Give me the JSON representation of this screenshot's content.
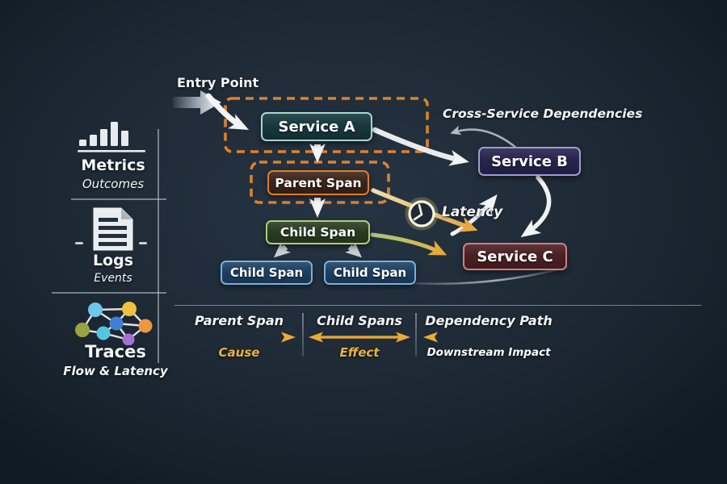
{
  "sidebar": {
    "items": [
      {
        "icon": "bar-chart-icon",
        "label": "Metrics",
        "sublabel": "Outcomes"
      },
      {
        "icon": "document-icon",
        "label": "Logs",
        "sublabel": "Events"
      },
      {
        "icon": "network-icon",
        "label": "Traces",
        "sublabel": "Flow & Latency"
      }
    ]
  },
  "diagram": {
    "entry_label": "Entry Point",
    "cross_service_label": "Cross-Service Dependencies",
    "latency_label": "Latency",
    "latency_icon": "clock-icon",
    "nodes": {
      "service_a": {
        "label": "Service A",
        "fill": "#17383e",
        "border": "#a9d6d2"
      },
      "parent_span": {
        "label": "Parent Span",
        "fill": "#3b2517",
        "border": "#de7c2b"
      },
      "child_span_main": {
        "label": "Child Span",
        "fill": "#2a3d21",
        "border": "#b3cb7d"
      },
      "child_span_left": {
        "label": "Child Span",
        "fill": "#1d4062",
        "border": "#79b0da"
      },
      "child_span_right": {
        "label": "Child Span",
        "fill": "#1d4062",
        "border": "#79b0da"
      },
      "service_b": {
        "label": "Service B",
        "fill": "#272450",
        "border": "#a49ad0"
      },
      "service_c": {
        "label": "Service C",
        "fill": "#4b2023",
        "border": "#cf8080"
      }
    },
    "highlight_color": "#e0802c"
  },
  "legend": {
    "columns": [
      {
        "title": "Parent Span",
        "caption": "Cause",
        "arrow": "right",
        "caption_color": "#e8b33c"
      },
      {
        "title": "Child Spans",
        "caption": "Effect",
        "arrow": "both",
        "caption_color": "#e8b33c"
      },
      {
        "title": "Dependency Path",
        "caption": "Downstream Impact",
        "arrow": "left",
        "caption_color": "#ffffff"
      }
    ],
    "arrow_color": "#e9ac35"
  },
  "colors": {
    "background": "#1f2b37",
    "accent_orange": "#e0802c",
    "accent_gold": "#e9ac35",
    "arrow_white": "#f2f4f6",
    "trace_node_colors": [
      "#6ec6ea",
      "#eec23f",
      "#9aa43e",
      "#3f7fd6",
      "#52c5e0",
      "#ef9641",
      "#a86fd0"
    ]
  }
}
